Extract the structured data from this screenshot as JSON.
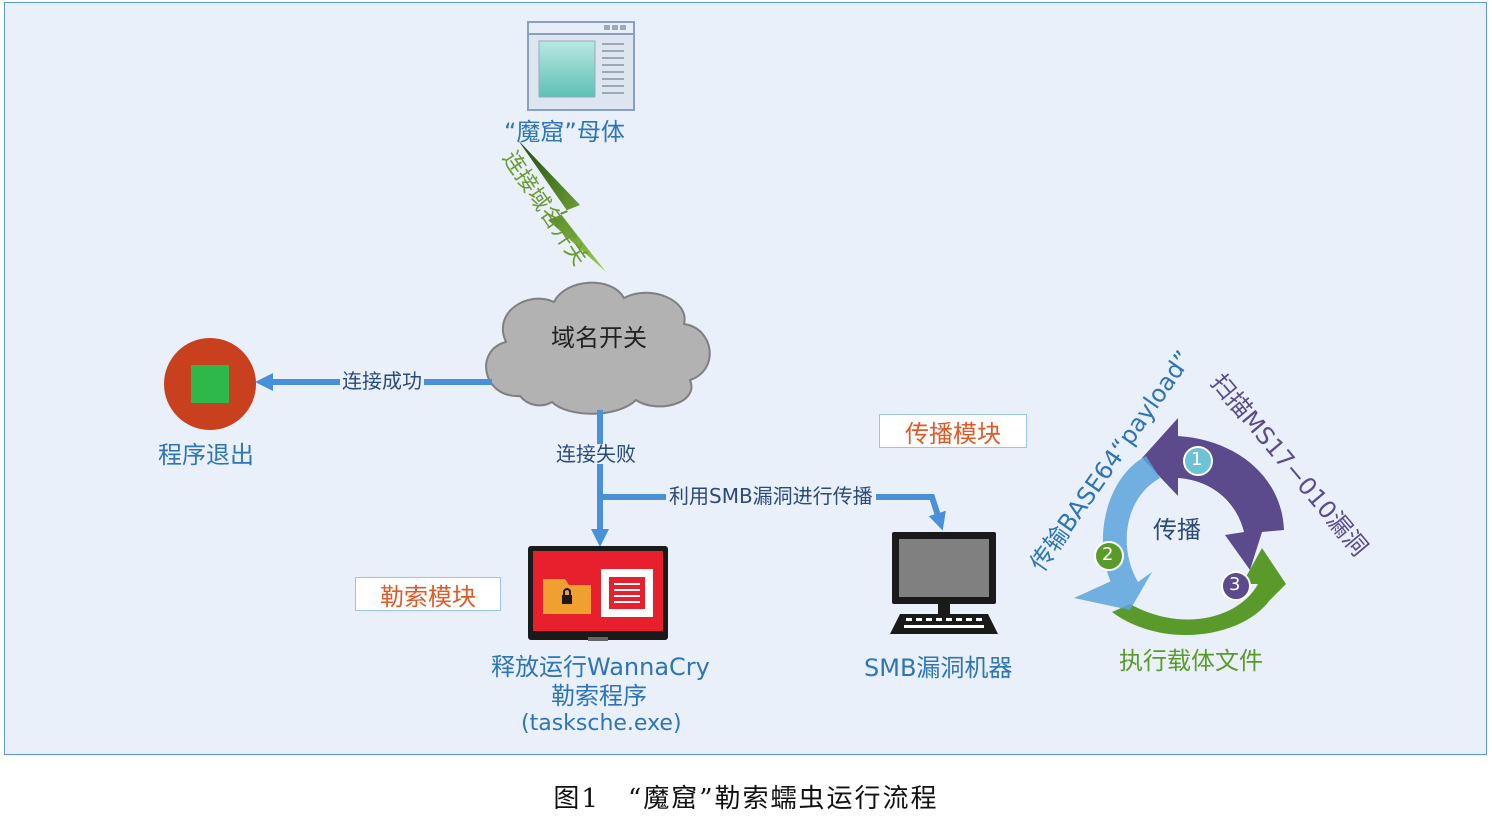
{
  "nodes": {
    "mother": "“魔窟”母体",
    "switch_link": "连接域名开关",
    "cloud": "域名开关",
    "connect_ok": "连接成功",
    "exit": "程序退出",
    "connect_fail": "连接失败",
    "smb_spread": "利用SMB漏洞进行传播",
    "spread_module": "传播模块",
    "ransom_module": "勒索模块",
    "release_line1": "释放运行WannaCry",
    "release_line2": "勒索程序",
    "release_line3": "(tasksche.exe)",
    "smb_machine": "SMB漏洞机器"
  },
  "cycle": {
    "center": "传播",
    "step1": "1",
    "step2": "2",
    "step3": "3",
    "scan": "扫描MS17−010漏洞",
    "transfer": "传输BASE64“payload”",
    "execute": "执行载体文件"
  },
  "caption": "图1　“魔窟”勒索蠕虫运行流程",
  "colors": {
    "arrow_blue": "#4a90d9",
    "cycle_purple": "#5b4a8c",
    "cycle_blue": "#5ba3dc",
    "cycle_green": "#5a9a2a",
    "exit_red": "#c8401e",
    "exit_green": "#2fb84a",
    "ransom_red": "#e8202e"
  }
}
